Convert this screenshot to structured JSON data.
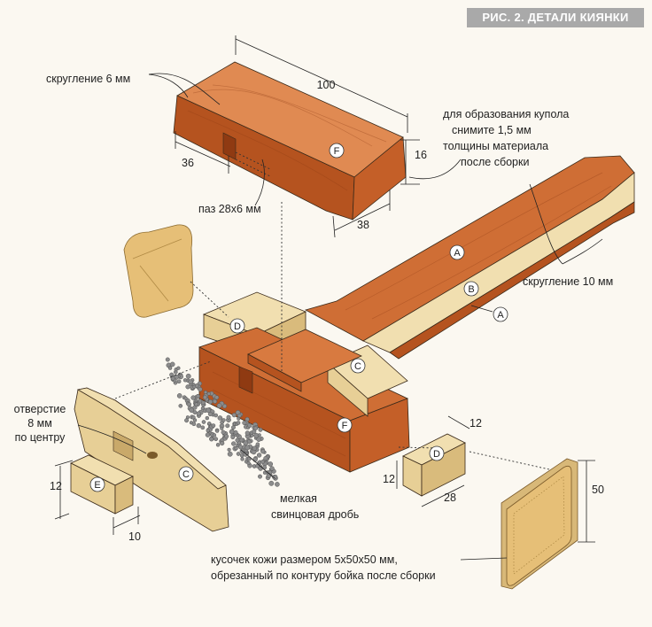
{
  "figure_title": "РИС. 2. ДЕТАЛИ КИЯНКИ",
  "notes": {
    "round_6": "скругление 6 мм",
    "dim_100": "100",
    "dome_1": "для образования купола",
    "dome_2": "снимите 1,5 мм",
    "dome_3": "толщины материала",
    "dome_4": "после сборки",
    "dim_16": "16",
    "dim_36": "36",
    "groove": "паз 28x6 мм",
    "dim_38": "38",
    "round_10": "скругление 10 мм",
    "hole_1": "отверстие",
    "hole_2": "8 мм",
    "hole_3": "по центру",
    "dim_12_left": "12",
    "dim_10": "10",
    "shot_1": "мелкая",
    "shot_2": "свинцовая дробь",
    "dim_12_right_top": "12",
    "dim_12_right_side": "12",
    "dim_28": "28",
    "dim_50": "50",
    "leather_1": "кусочек кожи размером 5x50x50 мм,",
    "leather_2": "обрезанный по контуру бойка после сборки"
  },
  "part_labels": {
    "top_block": "F",
    "handle_a": "A",
    "handle_b": "B",
    "handle_a_ref": "A",
    "head_d": "D",
    "head_c": "C",
    "head_f": "F",
    "block_d": "D",
    "side_c": "C",
    "block_e": "E"
  },
  "colors": {
    "wood_dark": "#b5531f",
    "wood_mid": "#cf6e35",
    "wood_light": "#e08a52",
    "plywood": "#e7cf96",
    "plywood_light": "#f1dfb0",
    "leather": "#e6bf77",
    "title_bg": "#a9a9a9"
  }
}
